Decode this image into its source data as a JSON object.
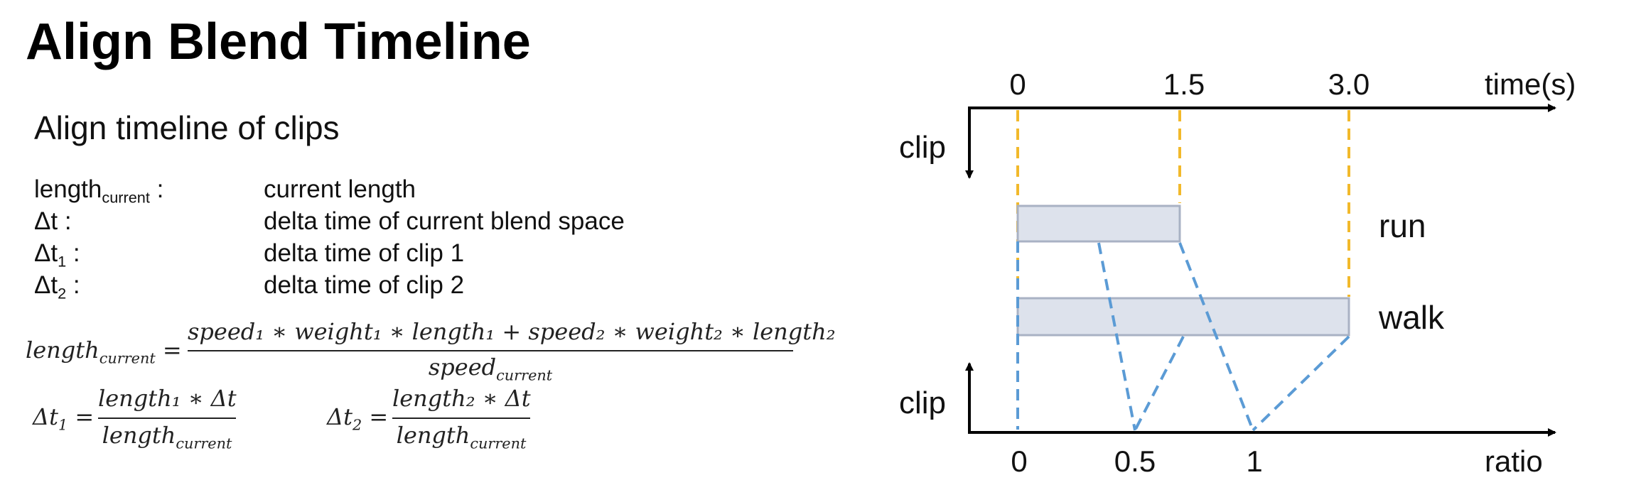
{
  "title": "Align Blend Timeline",
  "subtitle": "Align timeline of clips",
  "definitions": [
    {
      "term": "length",
      "sub": "current",
      "suffix": " :",
      "desc": "current length"
    },
    {
      "term": "Δt",
      "sub": "",
      "suffix": " :",
      "desc": "delta time of current blend space"
    },
    {
      "term": "Δt",
      "sub": "1",
      "suffix": " :",
      "desc": "delta time of clip 1"
    },
    {
      "term": "Δt",
      "sub": "2",
      "suffix": " :",
      "desc": "delta time of clip 2"
    }
  ],
  "formulas": {
    "length_current": {
      "lhs": "length",
      "lhs_sub": "current",
      "numerator": "speed₁ ∗ weight₁ ∗ length₁ + speed₂ ∗ weight₂ ∗ length₂",
      "denominator": "speed",
      "denominator_sub": "current"
    },
    "dt1": {
      "lhs": "Δt",
      "lhs_sub": "1",
      "numerator": "length₁ ∗ Δt",
      "denominator": "length",
      "denominator_sub": "current"
    },
    "dt2": {
      "lhs": "Δt",
      "lhs_sub": "2",
      "numerator": "length₂ ∗ Δt",
      "denominator": "length",
      "denominator_sub": "current"
    }
  },
  "diagram": {
    "top_axis": {
      "ticks": [
        "0",
        "1.5",
        "3.0"
      ],
      "label": "time(s)",
      "vertical_label": "clip"
    },
    "bottom_axis": {
      "ticks": [
        "0",
        "0.5",
        "1"
      ],
      "label": "ratio",
      "vertical_label": "clip"
    },
    "clips": [
      {
        "name": "run",
        "start_time": 0,
        "end_time": 1.5
      },
      {
        "name": "walk",
        "start_time": 0,
        "end_time": 3.0
      }
    ],
    "colors": {
      "time_guides": "#F2B92B",
      "ratio_guides": "#5B9BD5",
      "clip_fill": "#DDE2EC",
      "clip_stroke": "#A9B2C4",
      "axis": "#000000"
    }
  }
}
